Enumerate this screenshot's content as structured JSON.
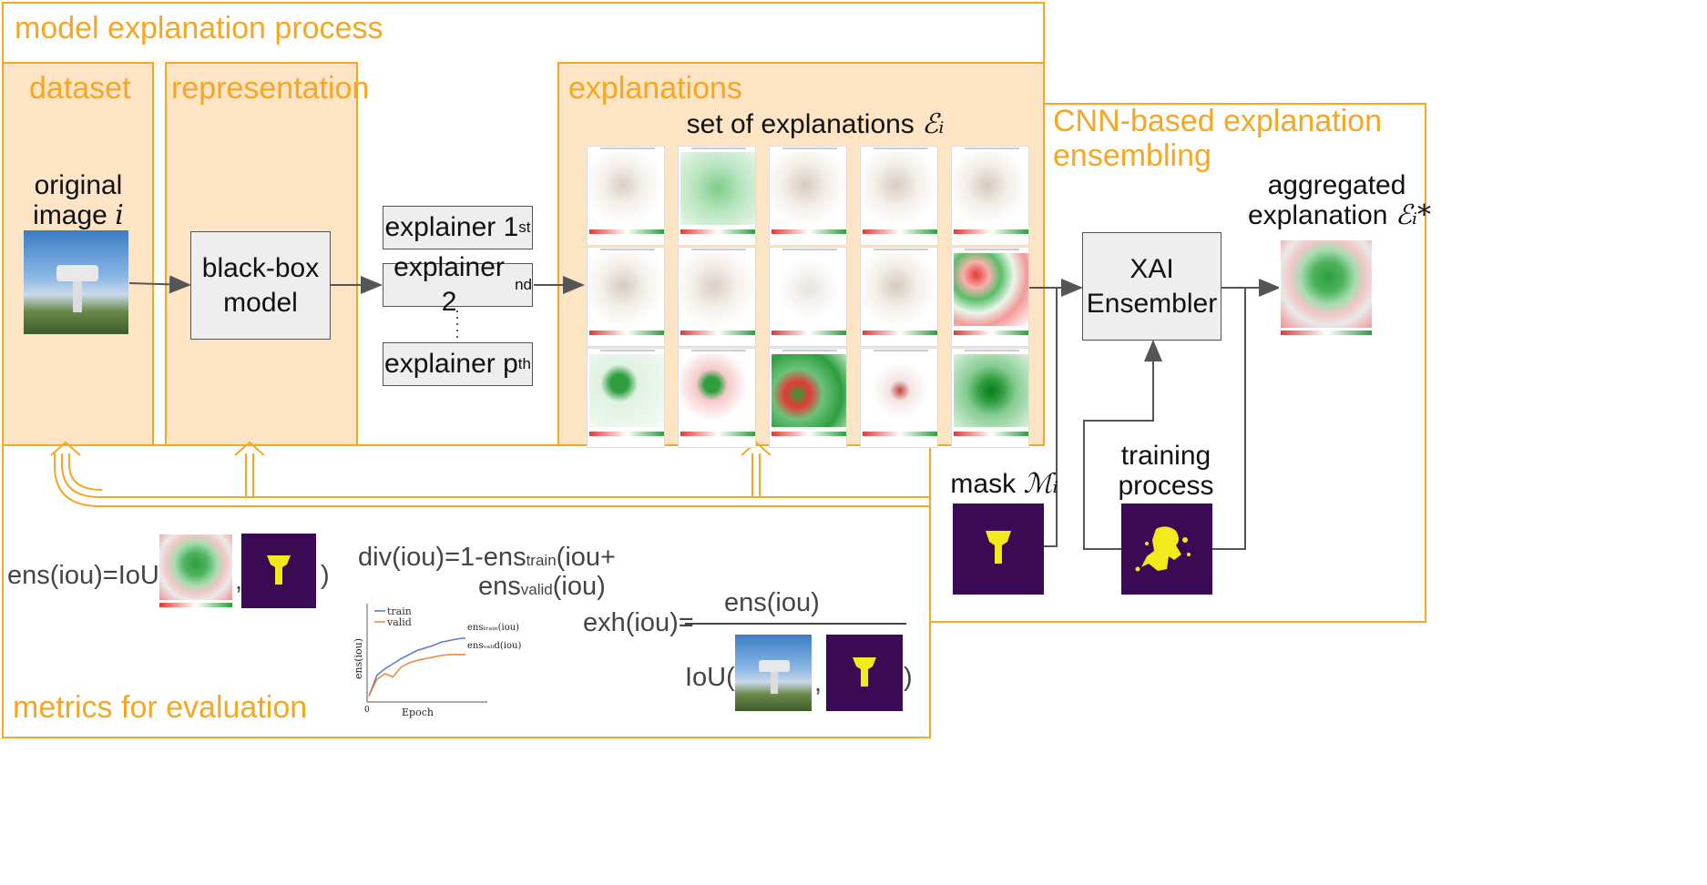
{
  "titles": {
    "model_process": "model explanation process",
    "dataset": "dataset",
    "representation": "representation",
    "explanations": "explanations",
    "cnn_ensembling_1": "CNN-based explanation",
    "cnn_ensembling_2": "ensembling",
    "metrics": "metrics for evaluation"
  },
  "dataset": {
    "label_1": "original",
    "label_2": "image",
    "var": "i"
  },
  "blackbox": {
    "line_1": "black-box",
    "line_2": "model"
  },
  "explainers": [
    {
      "label": "explainer 1",
      "sup": "st"
    },
    {
      "label": "explainer 2",
      "sup": "nd"
    },
    {
      "label": "explainer p",
      "sup": "th"
    }
  ],
  "explanations_set": {
    "label": "set of explanations",
    "var": "ℰᵢ"
  },
  "ensembler": {
    "line_1": "XAI",
    "line_2": "Ensembler"
  },
  "aggregated": {
    "line_1": "aggregated",
    "line_2": "explanation",
    "var": "ℰᵢ*"
  },
  "mask": {
    "label": "mask",
    "var": "ℳᵢ"
  },
  "training": {
    "line_1": "training",
    "line_2": "process"
  },
  "metrics": {
    "ens_prefix": "ens(iou)=IoU(",
    "ens_comma": ",",
    "ens_suffix": ")",
    "div_prefix": "div(iou)=1-ens",
    "div_sub_train": "train",
    "div_mid": "(iou+",
    "div_line2_prefix": "ens",
    "div_sub_valid": "valid",
    "div_line2_suffix": "(iou)",
    "exh_prefix": "exh(iou)=",
    "exh_numerator": "ens(iou)",
    "exh_den_prefix": "IoU(",
    "exh_den_comma": ",",
    "exh_den_suffix": ")"
  },
  "mini_chart": {
    "legend_train": "train",
    "legend_valid": "valid",
    "label_train": "ensₜᵣₐᵢₙ(iou)",
    "label_valid": "ensᵥₐₗᵢd(iou)",
    "xlabel": "Epoch",
    "ylabel": "ens(iou)",
    "x0": "0"
  },
  "colors": {
    "orange": "#f5a623",
    "panel_fill": "#fce4c4",
    "mask_bg": "#3b0a55",
    "mask_fg": "#f2ea1b",
    "train_line": "#5b7fd6",
    "valid_line": "#f28a3c"
  },
  "chart_data": {
    "type": "line",
    "xlabel": "Epoch",
    "ylabel": "ens(iou)",
    "series": [
      {
        "name": "train",
        "values": [
          0.05,
          0.3,
          0.38,
          0.44,
          0.5,
          0.55,
          0.6,
          0.63,
          0.66,
          0.7,
          0.72,
          0.74,
          0.75
        ]
      },
      {
        "name": "valid",
        "values": [
          0.05,
          0.25,
          0.32,
          0.28,
          0.4,
          0.45,
          0.48,
          0.5,
          0.52,
          0.54,
          0.55,
          0.55,
          0.55
        ]
      }
    ]
  }
}
